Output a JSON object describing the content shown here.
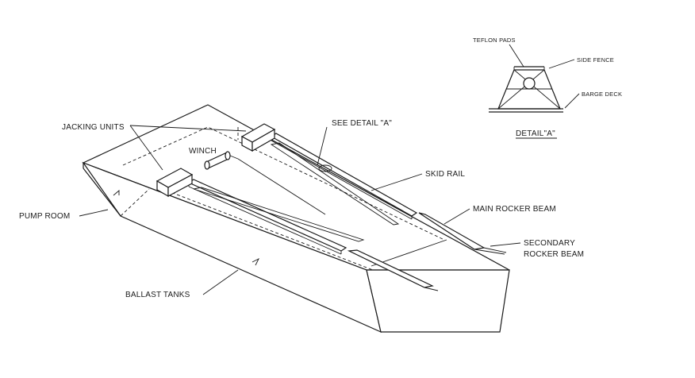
{
  "labels": {
    "jacking_units": "JACKING UNITS",
    "winch": "WINCH",
    "pump_room": "PUMP ROOM",
    "ballast_tanks": "BALLAST TANKS",
    "see_detail": "SEE DETAIL \"A\"",
    "skid_rail": "SKID RAIL",
    "main_rocker_beam": "MAIN ROCKER BEAM",
    "secondary_line1": "SECONDARY",
    "secondary_line2": "ROCKER BEAM",
    "teflon_pads": "TEFLON PADS",
    "side_fence": "SIDE FENCE",
    "barge_deck": "BARGE DECK",
    "detail_a": "DETAIL\"A\""
  }
}
